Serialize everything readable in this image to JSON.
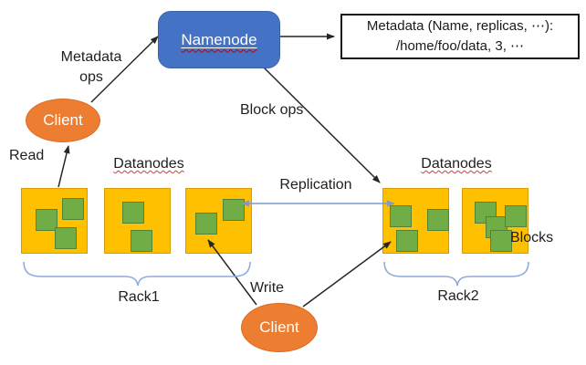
{
  "diagram": {
    "namenode_label": "Namenode",
    "metadata_box": {
      "line1": "Metadata (Name, replicas, ⋯):",
      "line2": "/home/foo/data, 3, ⋯"
    },
    "client_top_label": "Client",
    "client_bottom_label": "Client",
    "edge_labels": {
      "metadata_ops": "Metadata ops",
      "block_ops": "Block ops",
      "read": "Read",
      "write": "Write",
      "replication": "Replication"
    },
    "group_labels": {
      "datanodes_left": "Datanodes",
      "datanodes_right": "Datanodes",
      "blocks": "Blocks",
      "rack1": "Rack1",
      "rack2": "Rack2"
    },
    "colors": {
      "namenode_fill": "#4472C4",
      "client_fill": "#ED7D31",
      "datanode_fill": "#FFC000",
      "block_fill": "#70AD47",
      "block_border": "#548235",
      "arrow": "#262626",
      "replication_arrow": "#7E9BCC",
      "brace": "#8FAADC",
      "spellcheck_squiggle": "#C00000"
    }
  }
}
